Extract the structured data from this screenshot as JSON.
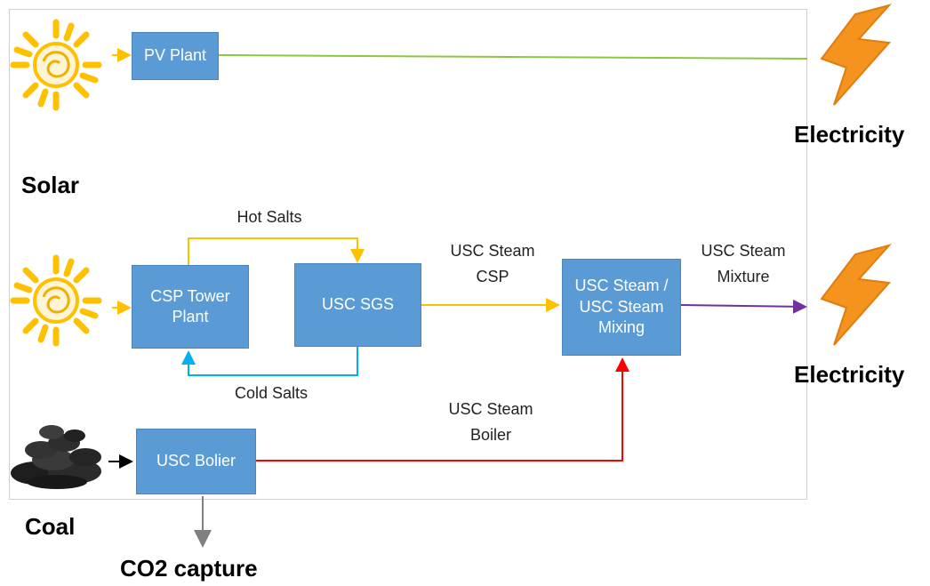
{
  "source_labels": {
    "solar": "Solar",
    "coal": "Coal"
  },
  "output_labels": {
    "electricity_top": "Electricity",
    "electricity_mid": "Electricity",
    "co2": "CO2 capture"
  },
  "boxes": {
    "pv_plant": "PV Plant",
    "csp_tower": "CSP Tower\nPlant",
    "usc_sgs": "USC SGS",
    "mixing": "USC Steam /\nUSC Steam\nMixing",
    "usc_boiler": "USC Bolier"
  },
  "flow_labels": {
    "hot_salts": "Hot Salts",
    "cold_salts": "Cold Salts",
    "steam_csp": "USC Steam\nCSP",
    "steam_mixture": "USC Steam\nMixture",
    "steam_boiler": "USC Steam\nBoiler"
  },
  "colors": {
    "box_fill": "#5b9bd5",
    "pv_line": "#8dc63f",
    "hot_salts_line": "#ffc000",
    "cold_salts_line": "#00b0f0",
    "csp_steam_line": "#ffc000",
    "mixture_line": "#7030a0",
    "boiler_steam_line": "#ff0000",
    "co2_line": "#808080",
    "sun": "#ffc000",
    "lightning": "#f4931e",
    "coal": "#2b2b2b"
  },
  "icons": [
    "sun-icon",
    "sun-icon",
    "coal-icon",
    "lightning-icon",
    "lightning-icon"
  ]
}
